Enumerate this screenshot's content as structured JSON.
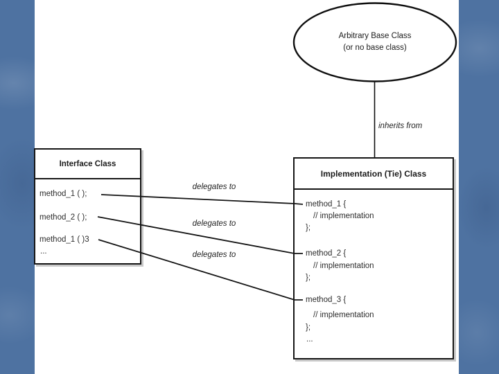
{
  "slide": {
    "bg_color": "#4e72a1",
    "panel_color": "#ffffff",
    "line_color": "#131313"
  },
  "diagram": {
    "base_class": {
      "line1": "Arbitrary Base Class",
      "line2": "(or no base class)"
    },
    "inherits_label": "inherits from",
    "interface_class": {
      "title": "Interface Class",
      "methods": [
        "method_1 ( );",
        "method_2 ( );",
        "method_1 ( )3",
        "..."
      ]
    },
    "implementation_class": {
      "title": "Implementation (Tie) Class",
      "body_lines": [
        "method_1 {",
        "// implementation",
        "};",
        "method_2 {",
        "// implementation",
        "};",
        "method_3 {",
        "// implementation",
        "};",
        "..."
      ]
    },
    "delegates_labels": [
      "delegates to",
      "delegates to",
      "delegates to"
    ]
  }
}
